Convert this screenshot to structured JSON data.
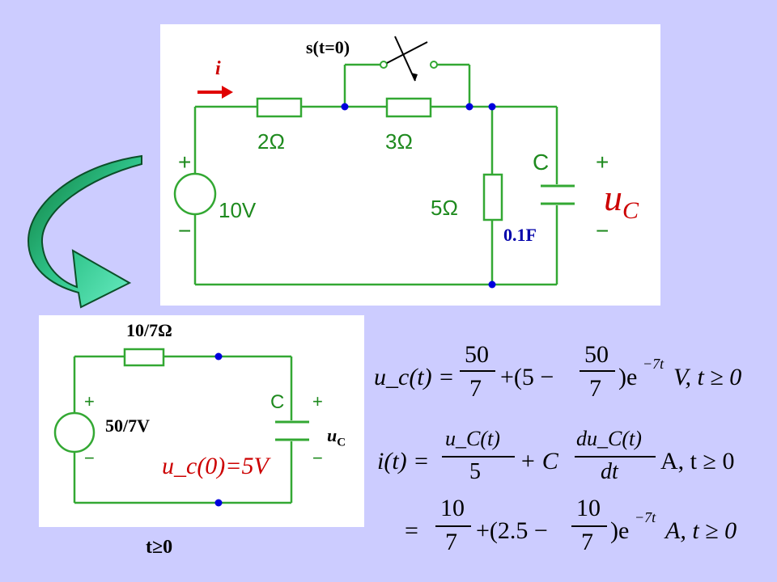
{
  "top_circuit": {
    "switch_label": "s(t=0)",
    "current_label": "i",
    "source_voltage": "10V",
    "r1": "2Ω",
    "r2": "3Ω",
    "r3": "5Ω",
    "capacitor_symbol": "C",
    "capacitance": "0.1F",
    "uc_label": "u",
    "uc_sub": "C",
    "plus": "+",
    "minus": "−"
  },
  "bottom_circuit": {
    "resistance": "10/7Ω",
    "source_voltage": "50/7V",
    "capacitor_symbol": "C",
    "uc_label": "u",
    "uc_sub": "C",
    "initial_condition": "u_c(0)=5V",
    "time_condition": "t≥0",
    "plus": "+",
    "minus": "−"
  },
  "equations": {
    "uc_lhs": "u_c(t) =",
    "frac_num": "50",
    "frac_den": "7",
    "paren_open": "+(5 −",
    "exp_base": ")e",
    "exp_sup": "−7t",
    "uc_tail": "V, t ≥ 0",
    "i_lhs": "i(t) =",
    "i_frac1_num": "u_C(t)",
    "i_frac1_den": "5",
    "i_plus_c": "+ C",
    "i_frac2_num": "du_C(t)",
    "i_frac2_den": "dt",
    "i_tail": "A, t ≥ 0",
    "eq_sign": "=",
    "frac3_num": "10",
    "frac3_den": "7",
    "paren2_open": "+(2.5 −",
    "exp2_base": ")e",
    "exp2_sup": "−7t",
    "i2_tail": "A, t ≥ 0"
  },
  "colors": {
    "background": "#CCCCFF",
    "wire": "#33A833",
    "node": "#0000DD",
    "arrow_red": "#E00000",
    "label_red": "#CC0000",
    "big_arrow": "#33CC99"
  }
}
